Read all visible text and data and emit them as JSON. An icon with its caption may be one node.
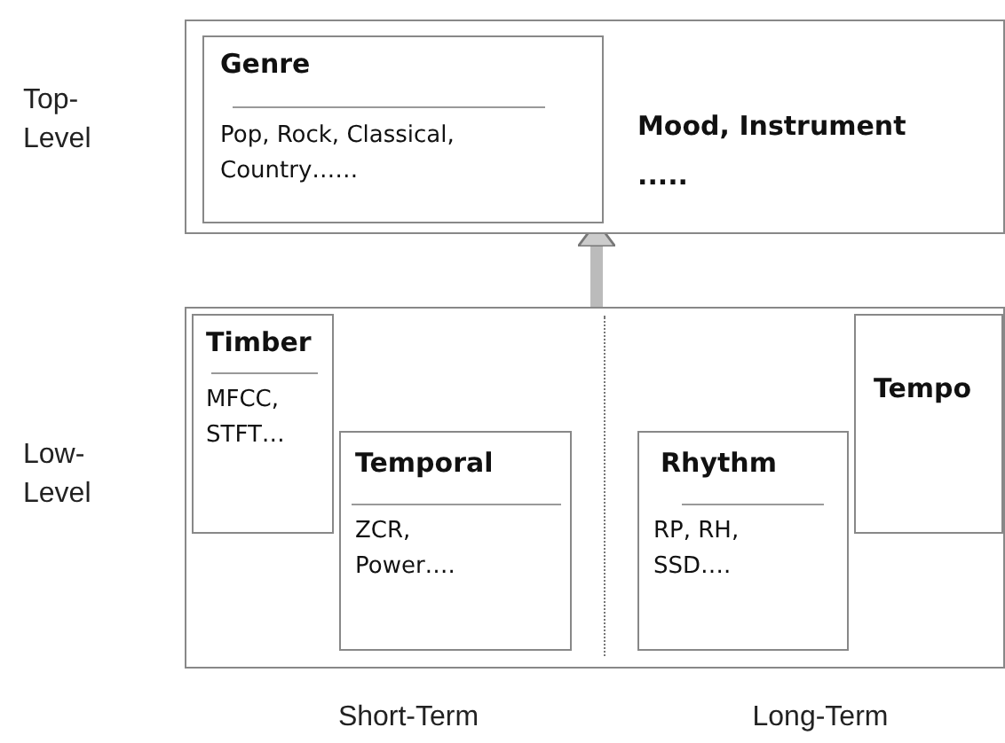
{
  "diagram": {
    "nodes": [
      {
        "text": [
          "Mood, Instrument ....."
        ]
      },
      {
        "text": [
          "Genre",
          "Pop, Rock, Classical, Country……"
        ],
        "in": 0
      },
      {
        "text": [],
        "shape": "box"
      },
      {
        "text": [
          "Timber",
          "MFCC, STFT…"
        ],
        "in": 2
      },
      {
        "text": [
          "Temporal",
          "ZCR, Power…."
        ],
        "in": 2
      },
      {
        "text": [
          "Tempo"
        ],
        "in": 2
      },
      {
        "text": [
          "Rhythm",
          "RP, RH, SSD…."
        ],
        "in": 2
      }
    ],
    "edges": [
      {
        "from": 2,
        "to": 0,
        "arrow": "to"
      }
    ],
    "labels": [
      "Top-Level",
      "Low-Level",
      "Short-Term",
      "Long-Term"
    ]
  }
}
